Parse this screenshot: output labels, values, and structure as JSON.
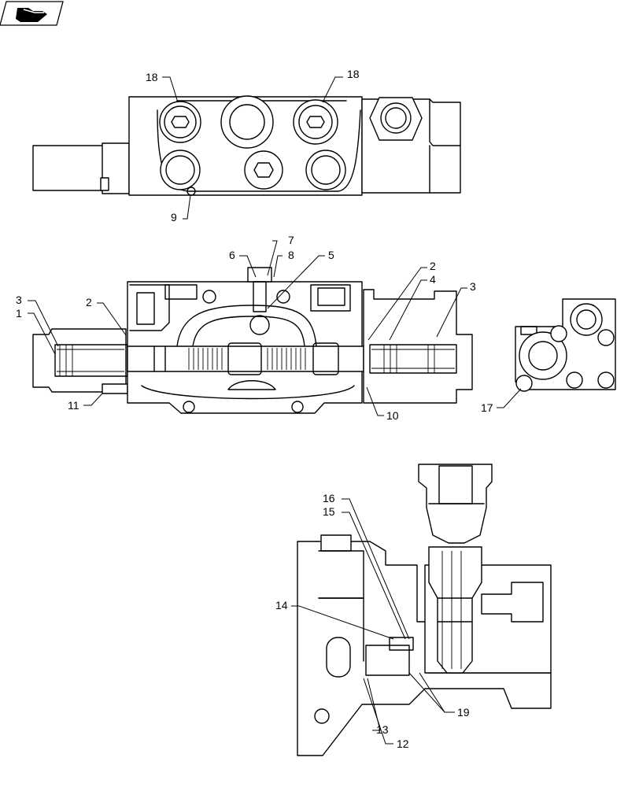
{
  "callouts": {
    "c18a": "18",
    "c18b": "18",
    "c9": "9",
    "c7": "7",
    "c6": "6",
    "c8": "8",
    "c5": "5",
    "c3a": "3",
    "c1": "1",
    "c2a": "2",
    "c11": "11",
    "c2b": "2",
    "c4": "4",
    "c3b": "3",
    "c10": "10",
    "c17": "17",
    "c16": "16",
    "c15": "15",
    "c14": "14",
    "c13": "13",
    "c12": "12",
    "c19": "19"
  },
  "icons": {
    "corner_badge": "book-arrow-icon"
  }
}
